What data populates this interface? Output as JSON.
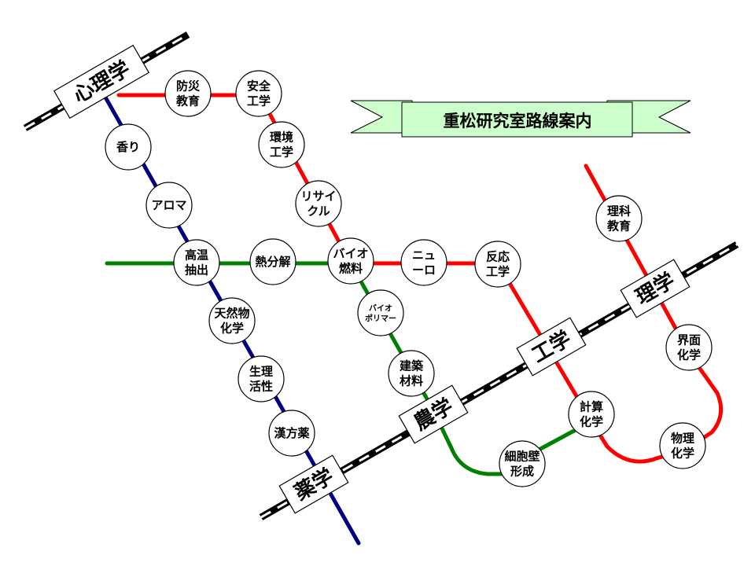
{
  "banner": {
    "title": "重松研究室路線案内"
  },
  "faculties": [
    {
      "id": "shinri",
      "label": "心理学"
    },
    {
      "id": "yaku",
      "label": "薬学"
    },
    {
      "id": "nou",
      "label": "農学"
    },
    {
      "id": "kou",
      "label": "工学"
    },
    {
      "id": "ri",
      "label": "理学"
    }
  ],
  "stations": [
    {
      "id": "bousai",
      "lines": [
        "防災",
        "教育"
      ]
    },
    {
      "id": "anzen",
      "lines": [
        "安全",
        "工学"
      ]
    },
    {
      "id": "kankyo",
      "lines": [
        "環境",
        "工学"
      ]
    },
    {
      "id": "recycle",
      "lines": [
        "リサイ",
        "クル"
      ]
    },
    {
      "id": "bio",
      "lines": [
        "バイオ",
        "燃料"
      ]
    },
    {
      "id": "neuro",
      "lines": [
        "ニュ",
        "ーロ"
      ]
    },
    {
      "id": "hannou",
      "lines": [
        "反応",
        "工学"
      ]
    },
    {
      "id": "kaori",
      "lines": [
        "香り"
      ]
    },
    {
      "id": "aroma",
      "lines": [
        "アロマ"
      ]
    },
    {
      "id": "kouon",
      "lines": [
        "高温",
        "抽出"
      ]
    },
    {
      "id": "netsu",
      "lines": [
        "熱分解"
      ]
    },
    {
      "id": "tennen",
      "lines": [
        "天然物",
        "化学"
      ]
    },
    {
      "id": "seiri",
      "lines": [
        "生理",
        "活性"
      ]
    },
    {
      "id": "kampo",
      "lines": [
        "漢方薬"
      ]
    },
    {
      "id": "biopoly",
      "lines": [
        "バイオ",
        "ポリマー"
      ]
    },
    {
      "id": "kenchiku",
      "lines": [
        "建築",
        "材料"
      ]
    },
    {
      "id": "saibou",
      "lines": [
        "細胞壁",
        "形成"
      ]
    },
    {
      "id": "keisan",
      "lines": [
        "計算",
        "化学"
      ]
    },
    {
      "id": "rika",
      "lines": [
        "理科",
        "教育"
      ]
    },
    {
      "id": "kaimen",
      "lines": [
        "界面",
        "化学"
      ]
    },
    {
      "id": "butsuri",
      "lines": [
        "物理",
        "化学"
      ]
    }
  ],
  "colors": {
    "red_line": "#ff0000",
    "green_line": "#008000",
    "blue_line": "#000080",
    "rail": "#000000",
    "banner_fill": "#ccffcc",
    "station_fill": "#ffffff"
  }
}
